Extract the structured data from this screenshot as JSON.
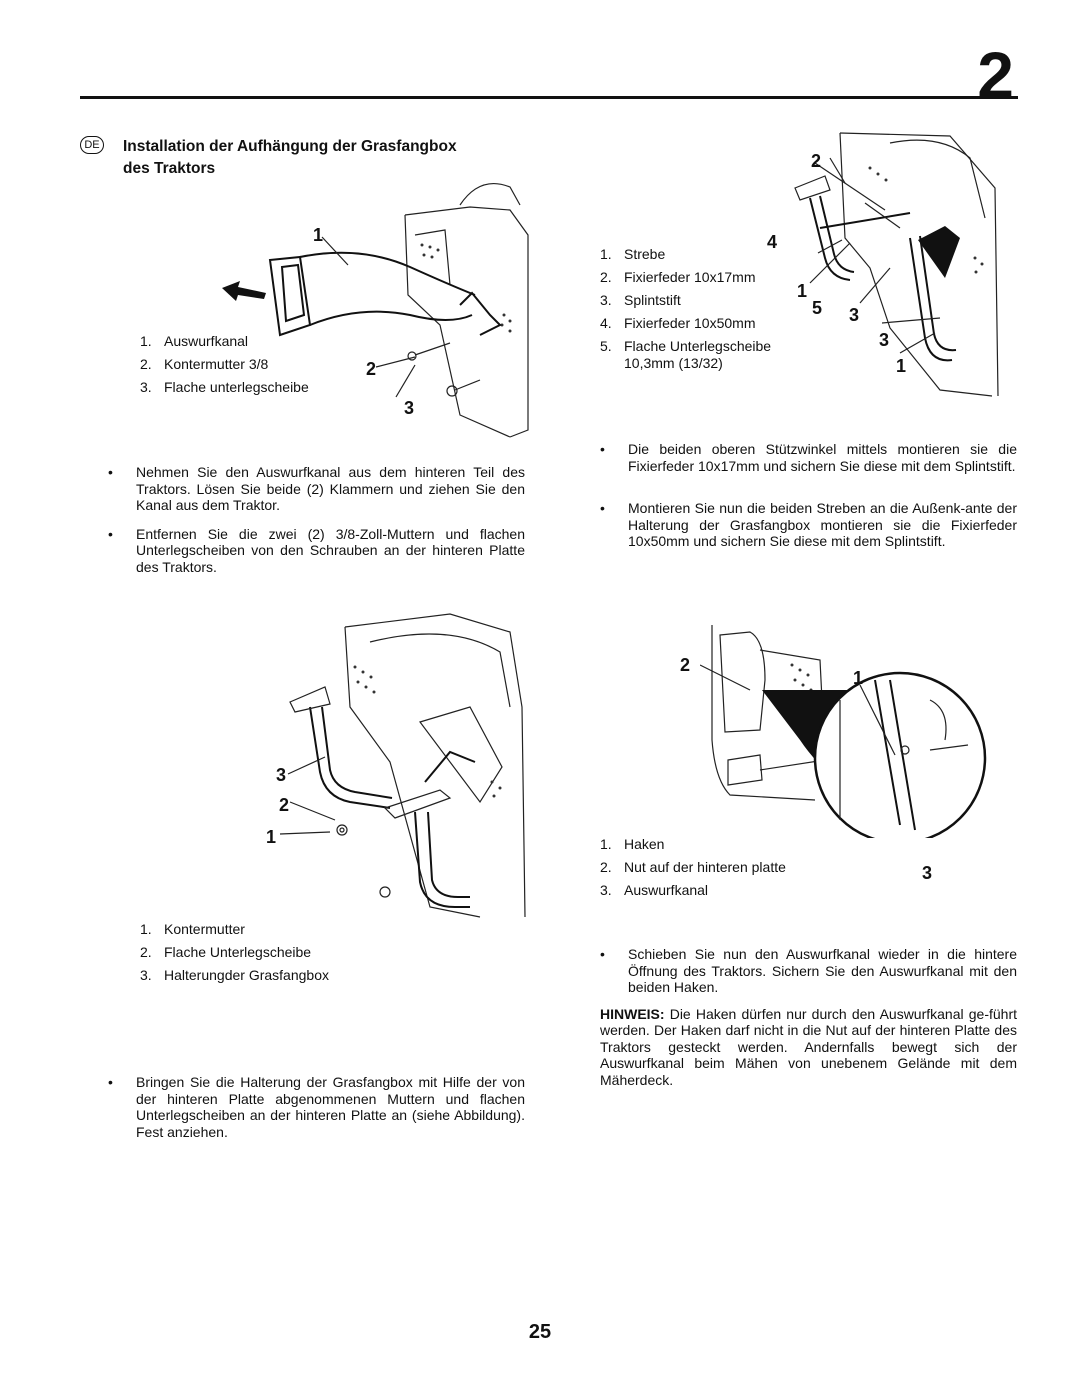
{
  "page": {
    "chapter_number": "2",
    "page_number": "25",
    "lang_badge": "DE",
    "title_line1": "Installation der Aufhängung der Grasfangbox",
    "title_line2": "des Traktors"
  },
  "fig1": {
    "callouts": [
      "1",
      "2",
      "3"
    ],
    "legend": [
      {
        "num": "1.",
        "label": "Auswurfkanal"
      },
      {
        "num": "2.",
        "label": "Kontermutter 3/8"
      },
      {
        "num": "3.",
        "label": "Flache unterlegscheibe"
      }
    ]
  },
  "left_bullets_1": [
    "Nehmen Sie den Auswurfkanal aus dem hinteren Teil des Traktors. Lösen Sie beide (2) Klammern und ziehen Sie den Kanal aus dem Traktor.",
    "Entfernen Sie die zwei (2) 3/8-Zoll-Muttern und flachen Unterlegscheiben von den Schrauben an der hinteren Platte des Traktors."
  ],
  "fig2": {
    "callouts": [
      "3",
      "2",
      "1"
    ],
    "legend": [
      {
        "num": "1.",
        "label": "Kontermutter"
      },
      {
        "num": "2.",
        "label": "Flache Unterlegscheibe"
      },
      {
        "num": "3.",
        "label": "Halterungder Grasfangbox"
      }
    ]
  },
  "left_bullets_2": [
    "Bringen Sie die Halterung der Grasfangbox mit Hilfe der von der hinteren Platte abgenommenen Muttern und flachen Unterlegscheiben an der hinteren Platte an (siehe Abbildung). Fest anziehen."
  ],
  "fig3": {
    "callouts": [
      "2",
      "4",
      "1",
      "5",
      "3",
      "3",
      "1"
    ],
    "legend": [
      {
        "num": "1.",
        "label": "Strebe"
      },
      {
        "num": "2.",
        "label": "Fixierfeder 10x17mm"
      },
      {
        "num": "3.",
        "label": "Splintstift"
      },
      {
        "num": "4.",
        "label": "Fixierfeder 10x50mm"
      },
      {
        "num": "5.",
        "label": "Flache Unterlegscheibe",
        "extra": "10,3mm (13/32)"
      }
    ]
  },
  "right_bullets_1": [
    "Die beiden oberen Stützwinkel mittels montieren sie die Fixierfeder 10x17mm und sichern Sie diese mit dem Splintstift.",
    "Montieren Sie nun die beiden Streben an die Außenk-ante der Halterung der Grasfangbox montieren sie die Fixierfeder 10x50mm und sichern Sie diese mit dem Splintstift."
  ],
  "fig4": {
    "callouts": [
      "2",
      "1",
      "3"
    ],
    "legend": [
      {
        "num": "1.",
        "label": "Haken"
      },
      {
        "num": "2.",
        "label": "Nut auf der hinteren platte"
      },
      {
        "num": "3.",
        "label": "Auswurfkanal"
      }
    ]
  },
  "right_bullets_2": [
    "Schieben Sie nun den Auswurfkanal wieder in die hintere Öffnung des Traktors. Sichern Sie den Auswurfkanal mit den beiden Haken."
  ],
  "note": {
    "label": "HINWEIS:",
    "text": " Die Haken dürfen nur durch den Auswurfkanal ge-führt werden. Der Haken darf nicht in die Nut auf der hinteren Platte des Traktors gesteckt werden. Andernfalls bewegt sich der Auswurfkanal beim Mähen von unebenem Gelände mit dem Mäherdeck."
  },
  "icons": [
    "de-language-badge",
    "arrow-left-icon"
  ]
}
